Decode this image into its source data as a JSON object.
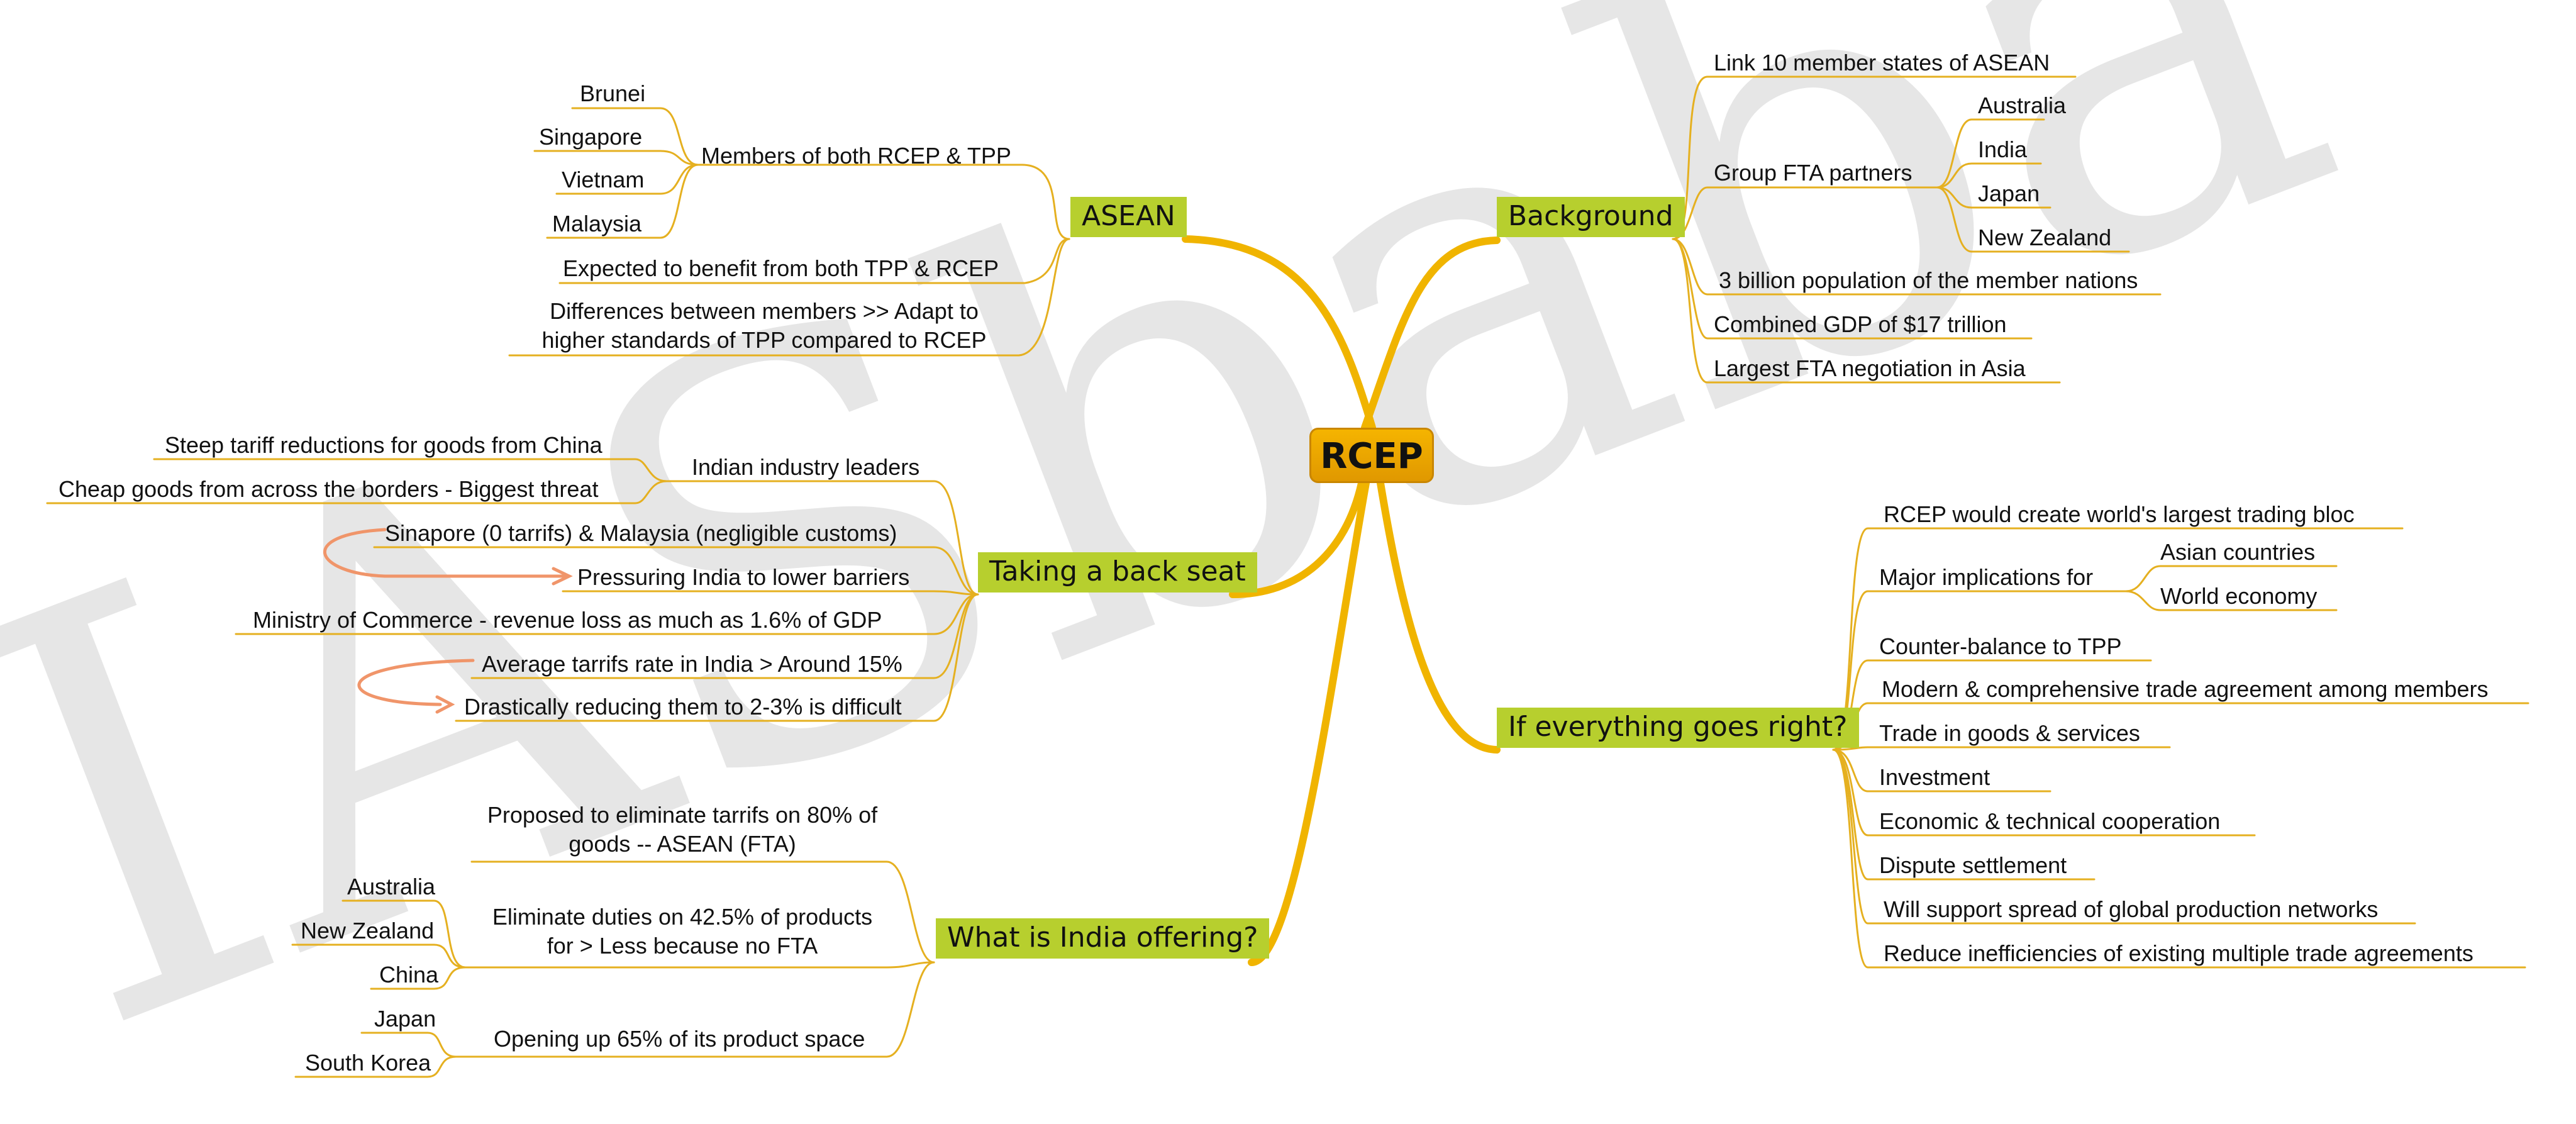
{
  "watermark": "IASbaba",
  "colors": {
    "branch_line": "#f0b400",
    "leaf_line": "#e5b020",
    "branch_fill": "#b7cf2e",
    "root_fill": "#f0aa00",
    "cross_arrow": "#f0956a",
    "watermark": "#e6e6e6"
  },
  "root": {
    "label": "RCEP"
  },
  "asean": {
    "label": "ASEAN",
    "members_both": "Members of both RCEP & TPP",
    "countries": [
      "Brunei",
      "Singapore",
      "Vietnam",
      "Malaysia"
    ],
    "benefit": "Expected to benefit from both TPP & RCEP",
    "differences": "Differences between members >> Adapt to higher standards of TPP compared to RCEP"
  },
  "background": {
    "label": "Background",
    "link": "Link 10 member states of ASEAN",
    "group_fta": "Group FTA partners",
    "partners": [
      "Australia",
      "India",
      "Japan",
      "New Zealand"
    ],
    "population": "3 billion population of the member nations",
    "gdp": "Combined GDP of $17 trillion",
    "largest": "Largest FTA negotiation in Asia"
  },
  "backseat": {
    "label": "Taking a back seat",
    "industry": "Indian industry leaders",
    "steep": "Steep tariff reductions for goods from China",
    "cheap": "Cheap goods from across the borders - Biggest threat",
    "sinapore": "Sinapore (0 tarrifs) & Malaysia (negligible customs)",
    "pressuring": "Pressuring India to lower barriers",
    "ministry": "Ministry of Commerce - revenue loss as much as 1.6% of GDP",
    "average": "Average tarrifs rate in India > Around 15%",
    "drastic": "Drastically reducing them to 2-3% is difficult"
  },
  "goes_right": {
    "label": "If everything goes right?",
    "largest_bloc": "RCEP would create world's largest trading bloc",
    "major": "Major implications for",
    "implications": [
      "Asian countries",
      "World economy"
    ],
    "items": [
      "Counter-balance to TPP",
      "Modern & comprehensive trade agreement among members",
      "Trade in goods & services",
      "Investment",
      "Economic & technical cooperation",
      "Dispute settlement",
      "Will support spread of global production networks",
      "Reduce inefficiencies of existing multiple trade agreements"
    ]
  },
  "offering": {
    "label": "What is India offering?",
    "proposed": "Proposed to eliminate tarrifs on 80% of goods -- ASEAN (FTA)",
    "eliminate": "Eliminate duties on 42.5% of products for > Less because no FTA",
    "eliminate_countries": [
      "Australia",
      "New Zealand",
      "China"
    ],
    "opening": "Opening up 65% of its product space",
    "opening_countries": [
      "Japan",
      "South Korea"
    ]
  }
}
